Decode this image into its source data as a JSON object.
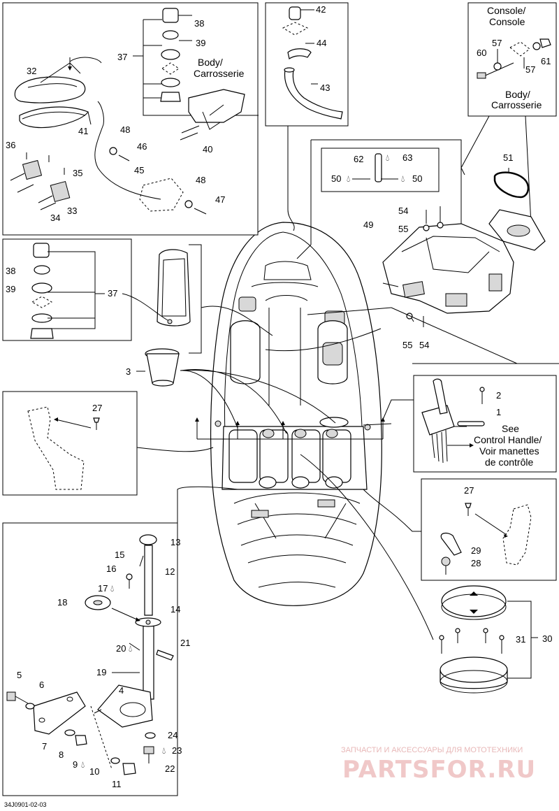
{
  "diagram_code": "34J0901-02-03",
  "watermark": {
    "line1": "ЗАПЧАСТИ И АКСЕССУАРЫ ДЛЯ МОТОТЕХНИКИ",
    "line2": "PARTSFOR.RU"
  },
  "texts": {
    "body_fr_1": "Body/",
    "body_fr_2": "Carrosserie",
    "console_1": "Console/",
    "console_2": "Console",
    "body2_1": "Body/",
    "body2_2": "Carrosserie",
    "see_1": "See",
    "see_2": "Control Handle/",
    "see_3": "Voir manettes",
    "see_4": "de contrôle"
  },
  "callouts": {
    "c38a": "38",
    "c39a": "39",
    "c37a": "37",
    "c32": "32",
    "c41": "41",
    "c48a": "48",
    "c46": "46",
    "c36": "36",
    "c35": "35",
    "c45": "45",
    "c40": "40",
    "c48b": "48",
    "c47": "47",
    "c34": "34",
    "c33": "33",
    "c42": "42",
    "c44": "44",
    "c43": "43",
    "c60": "60",
    "c57a": "57",
    "c57b": "57",
    "c61": "61",
    "c51": "51",
    "c62": "62",
    "c63": "63",
    "c50a": "50",
    "c50b": "50",
    "c54a": "54",
    "c55a": "55",
    "c49": "49",
    "c55b": "55",
    "c54b": "54",
    "c38b": "38",
    "c39b": "39",
    "c37b": "37",
    "c3": "3",
    "c27a": "27",
    "c2": "2",
    "c1": "1",
    "c27b": "27",
    "c29": "29",
    "c28": "28",
    "c31": "31",
    "c30": "30",
    "c13": "13",
    "c15": "15",
    "c12": "12",
    "c16": "16",
    "c17": "17",
    "c18": "18",
    "c14": "14",
    "c20": "20",
    "c21": "21",
    "c19": "19",
    "c4": "4",
    "c5": "5",
    "c6": "6",
    "c7": "7",
    "c8": "8",
    "c9": "9",
    "c10": "10",
    "c11": "11",
    "c24": "24",
    "c23": "23",
    "c22": "22"
  }
}
